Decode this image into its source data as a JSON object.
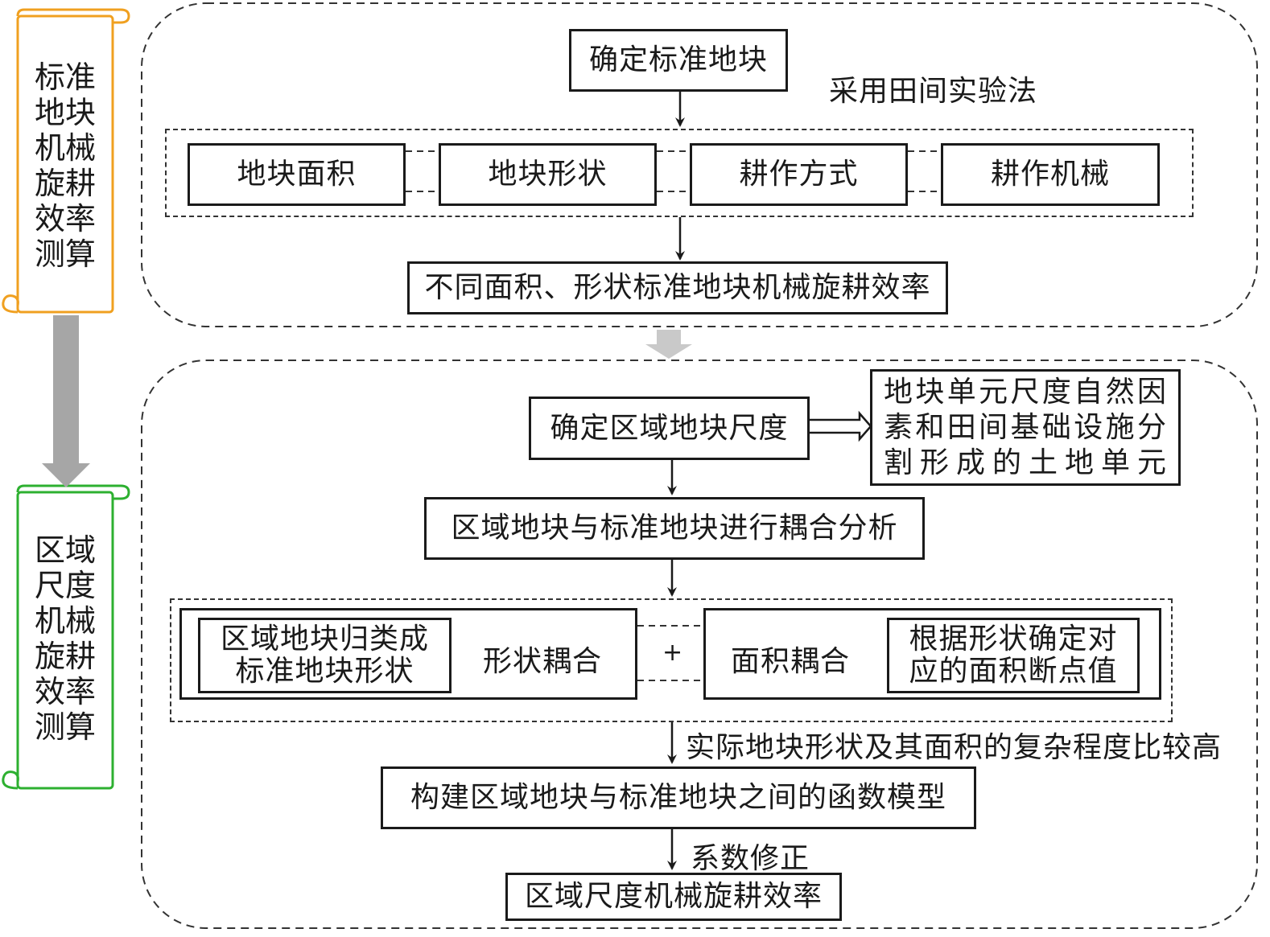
{
  "colors": {
    "stage1": "#f0a020",
    "stage2": "#2db030",
    "arrow_gray": "#a6a6a6",
    "line": "#1a1a1a"
  },
  "stages": [
    {
      "title": "标准地块机械旋耕效率测算"
    },
    {
      "title": "区域尺度机械旋耕效率测算"
    }
  ],
  "top": {
    "determine": "确定标准地块",
    "method_note": "采用田间实验法",
    "factors": [
      "地块面积",
      "地块形状",
      "耕作方式",
      "耕作机械"
    ],
    "result": "不同面积、形状标准地块机械旋耕效率"
  },
  "bottom": {
    "determine": "确定区域地块尺度",
    "definition": "地块单元尺度自然因素和田间基础设施分割形成的土地单元",
    "coupling": "区域地块与标准地块进行耦合分析",
    "classify": "区域地块归类成标准地块形状",
    "shape_coupling": "形状耦合",
    "plus": "+",
    "area_coupling": "面积耦合",
    "breakpoint": "根据形状确定对应的面积断点值",
    "complexity_note": "实际地块形状及其面积的复杂程度比较高",
    "model": "构建区域地块与标准地块之间的函数模型",
    "correction_note": "系数修正",
    "result": "区域尺度机械旋耕效率"
  }
}
